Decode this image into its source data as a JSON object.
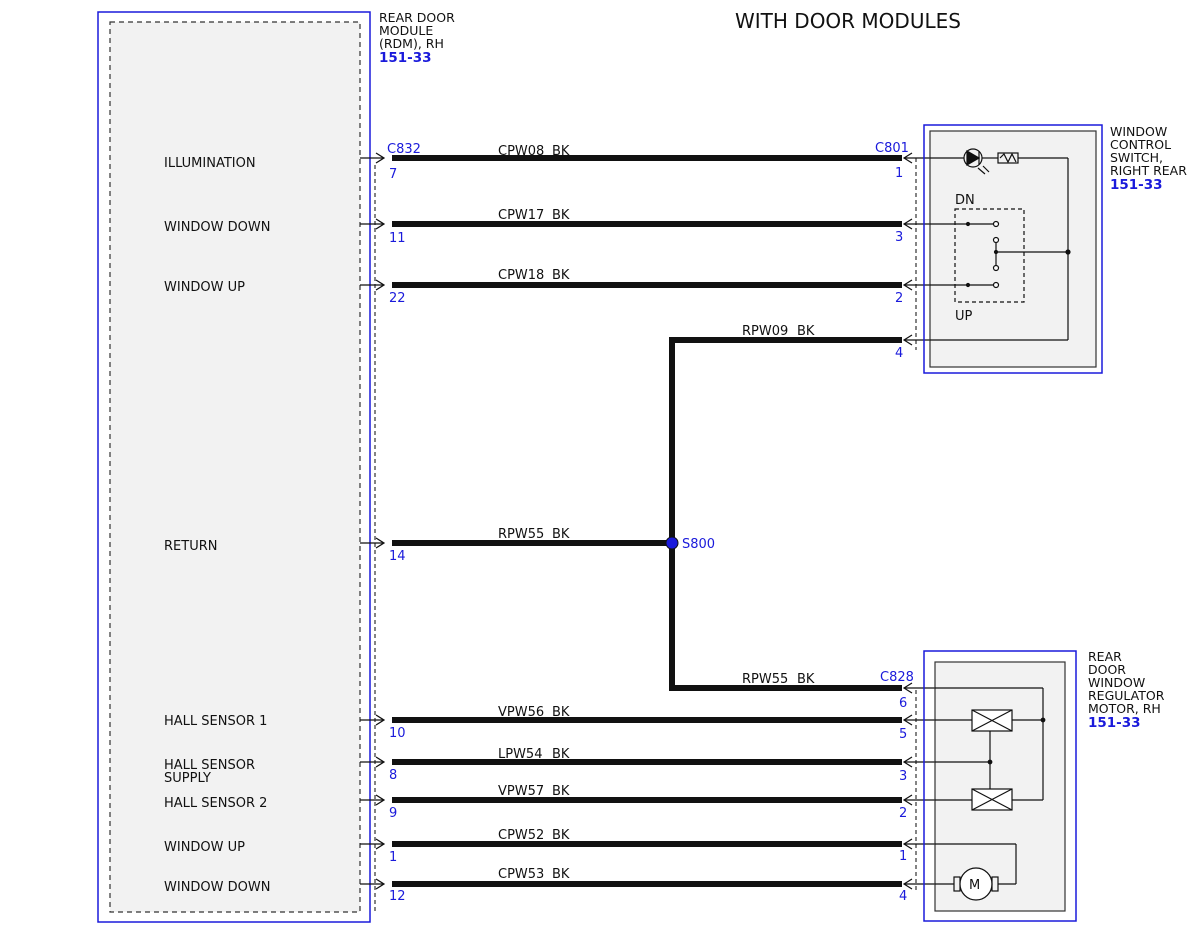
{
  "title": "WITH DOOR MODULES",
  "module": {
    "name_lines": [
      "REAR DOOR",
      "MODULE",
      "(RDM), RH"
    ],
    "ref": "151-33",
    "connector": "C832"
  },
  "switch": {
    "name_lines": [
      "WINDOW",
      "CONTROL",
      "SWITCH,",
      "RIGHT REAR"
    ],
    "ref": "151-33",
    "connector": "C801",
    "dn_label": "DN",
    "up_label": "UP"
  },
  "motor": {
    "name_lines": [
      "REAR",
      "DOOR",
      "WINDOW",
      "REGULATOR",
      "MOTOR, RH"
    ],
    "ref": "151-33",
    "connector": "C828",
    "motor_symbol": "M"
  },
  "splice": {
    "label": "S800"
  },
  "pins_left": [
    {
      "label_lines": [
        "ILLUMINATION"
      ],
      "pin": "7"
    },
    {
      "label_lines": [
        "WINDOW DOWN"
      ],
      "pin": "11"
    },
    {
      "label_lines": [
        "WINDOW UP"
      ],
      "pin": "22"
    },
    {
      "label_lines": [
        "RETURN"
      ],
      "pin": "14"
    },
    {
      "label_lines": [
        "HALL SENSOR 1"
      ],
      "pin": "10"
    },
    {
      "label_lines": [
        "HALL SENSOR",
        "SUPPLY"
      ],
      "pin": "8"
    },
    {
      "label_lines": [
        "HALL SENSOR 2"
      ],
      "pin": "9"
    },
    {
      "label_lines": [
        "WINDOW UP"
      ],
      "pin": "1"
    },
    {
      "label_lines": [
        "WINDOW DOWN"
      ],
      "pin": "12"
    }
  ],
  "wires": [
    {
      "circuit": "CPW08",
      "color": "BK",
      "right_pin": "1"
    },
    {
      "circuit": "CPW17",
      "color": "BK",
      "right_pin": "3"
    },
    {
      "circuit": "CPW18",
      "color": "BK",
      "right_pin": "2"
    },
    {
      "circuit": "RPW09",
      "color": "BK",
      "right_pin": "4"
    },
    {
      "circuit": "RPW55",
      "color": "BK",
      "right_pin": ""
    },
    {
      "circuit": "RPW55",
      "color": "BK",
      "right_pin": "6"
    },
    {
      "circuit": "VPW56",
      "color": "BK",
      "right_pin": "5"
    },
    {
      "circuit": "LPW54",
      "color": "BK",
      "right_pin": "3"
    },
    {
      "circuit": "VPW57",
      "color": "BK",
      "right_pin": "2"
    },
    {
      "circuit": "CPW52",
      "color": "BK",
      "right_pin": "1"
    },
    {
      "circuit": "CPW53",
      "color": "BK",
      "right_pin": "4"
    }
  ],
  "colors": {
    "outline_blue": "#1a1adb",
    "wire": "#111111",
    "panel_fill": "#f2f2f2"
  }
}
